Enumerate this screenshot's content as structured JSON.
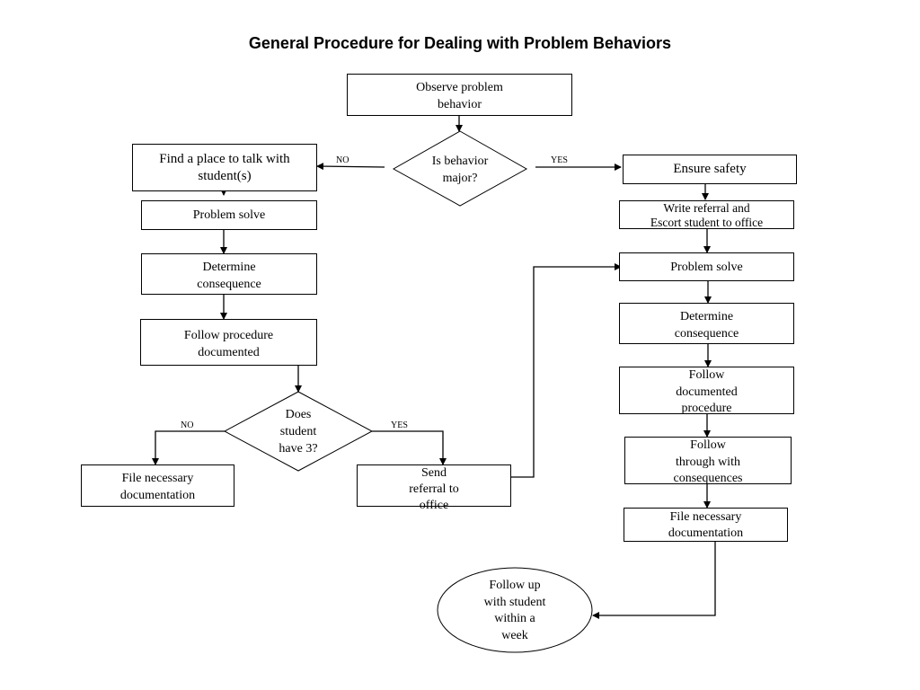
{
  "title": "General Procedure  for Dealing with Problem Behaviors",
  "nodes": {
    "observe": [
      "Observe problem",
      "behavior"
    ],
    "is_major": [
      "Is behavior",
      "major?"
    ],
    "find_place": [
      "Find a place to talk with",
      "student(s)"
    ],
    "problem_solve_left": [
      "Problem solve"
    ],
    "determine_left": [
      "Determine",
      "consequence"
    ],
    "follow_proc_left": [
      "Follow procedure",
      "documented"
    ],
    "does_have3": [
      "Does",
      "student",
      "have 3?"
    ],
    "file_left": [
      "File necessary",
      "documentation"
    ],
    "send_referral": [
      "Send",
      "referral to",
      "office"
    ],
    "ensure_safety": [
      "Ensure safety"
    ],
    "write_referral": [
      "Write referral and",
      "Escort student to office"
    ],
    "problem_solve_right": [
      "Problem solve"
    ],
    "determine_right": [
      "Determine",
      "consequence"
    ],
    "follow_doc_right": [
      "Follow",
      "documented",
      "procedure"
    ],
    "follow_through": [
      "Follow",
      "through with",
      "consequences"
    ],
    "file_right": [
      "File necessary",
      "documentation"
    ],
    "follow_up": [
      "Follow up",
      "with student",
      "within a",
      "week"
    ]
  },
  "edge_labels": {
    "no_top": "NO",
    "yes_top": "YES",
    "no_bottom": "NO",
    "yes_bottom": "YES"
  }
}
